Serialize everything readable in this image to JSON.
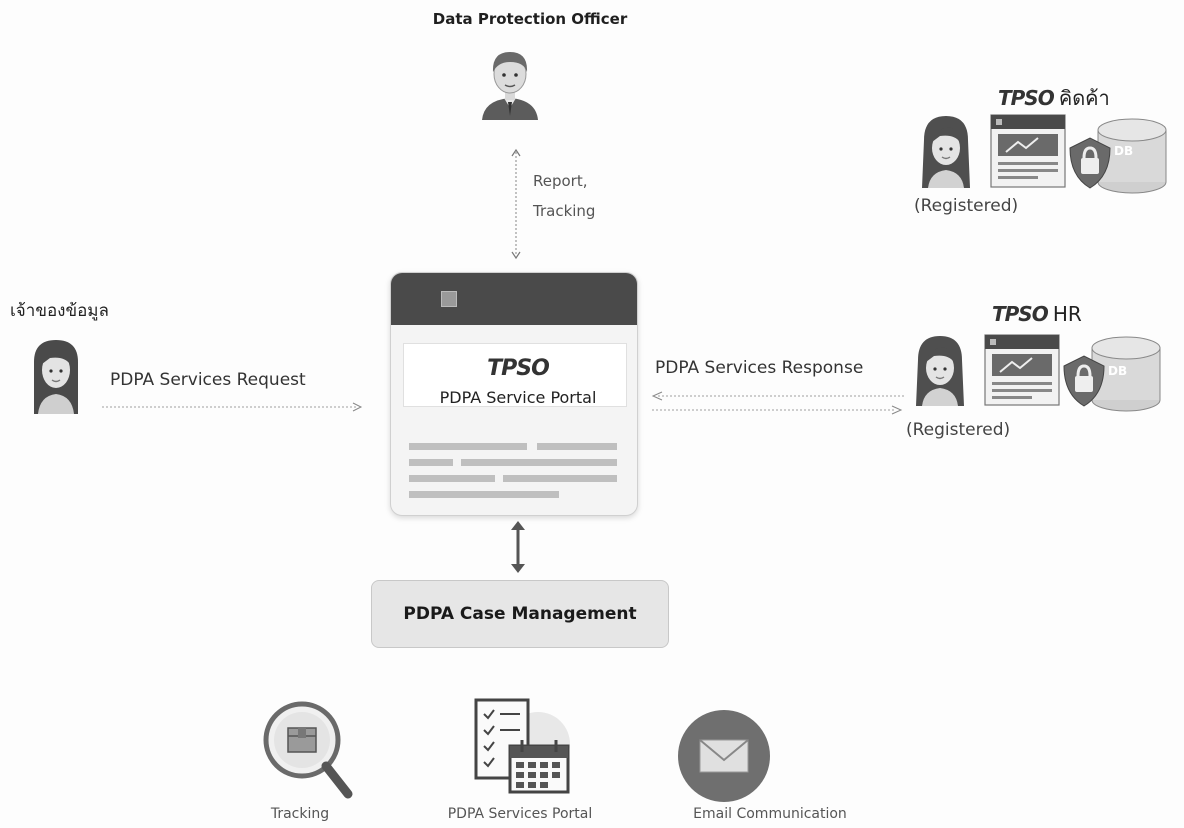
{
  "dpo": {
    "title": "Data Protection Officer"
  },
  "data_owner": {
    "title": "เจ้าของข้อมูล"
  },
  "arrows": {
    "request_label": "PDPA Services Request",
    "response_label": "PDPA Services Response",
    "report_label_line1": "Report,",
    "report_label_line2": "Tracking"
  },
  "portal": {
    "brand": "TPSO",
    "name": "PDPA Service  Portal"
  },
  "system_trade": {
    "brand": "TPSO",
    "name": "คิดค้า",
    "status": "(Registered)",
    "db_label": "DB"
  },
  "system_hr": {
    "brand": "TPSO",
    "name": "HR",
    "status": "(Registered)",
    "db_label": "DB"
  },
  "case_management": {
    "label": "PDPA Case Management"
  },
  "bottom_icons": [
    {
      "label": "Tracking",
      "icon": "tracking-magnifier-icon"
    },
    {
      "label": "PDPA Services  Portal",
      "icon": "checklist-calendar-icon"
    },
    {
      "label": "Email  Communication",
      "icon": "email-icon"
    }
  ],
  "colors": {
    "portal_header": "#4a4a4a",
    "case_box_bg": "#e6e6e6",
    "person_hair": "#4a4a4a",
    "db_fill": "#d9d9d9"
  }
}
